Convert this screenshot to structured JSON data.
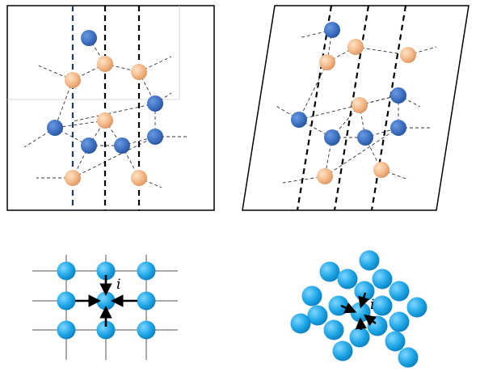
{
  "figure": {
    "panel_label": "i"
  },
  "colors": {
    "blue_atom": "#3f72c4",
    "orange_atom": "#f4b886",
    "cyan_atom": "#1ea6e6",
    "frame": "#000000",
    "bond_dashed": "#333333",
    "left_shear_line": "#1f3b73",
    "grid_line": "#555555"
  },
  "panels": [
    {
      "id": "rigid-network",
      "shape": "rectangle"
    },
    {
      "id": "sheared-network",
      "shape": "parallelogram"
    },
    {
      "id": "ordered-lattice",
      "particle": "i"
    },
    {
      "id": "disordered-packing",
      "particle": "i"
    }
  ]
}
